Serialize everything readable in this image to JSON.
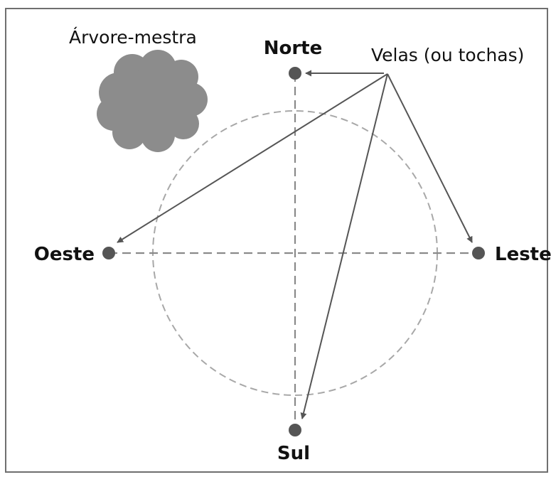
{
  "labels": {
    "north": "Norte",
    "south": "Sul",
    "east": "Leste",
    "west": "Oeste",
    "tree": "Árvore-mestra",
    "candles": "Velas (ou tochas)"
  },
  "icons": {
    "tree": "tree-foliage-icon",
    "cardinal_point": "dot-icon"
  },
  "colors": {
    "frame": "#6f6f6f",
    "point": "#555555",
    "axis": "#8a8a8a",
    "circle": "#a8a8a8",
    "arrow": "#555555",
    "tree": "#8c8c8c",
    "text": "#111111"
  }
}
